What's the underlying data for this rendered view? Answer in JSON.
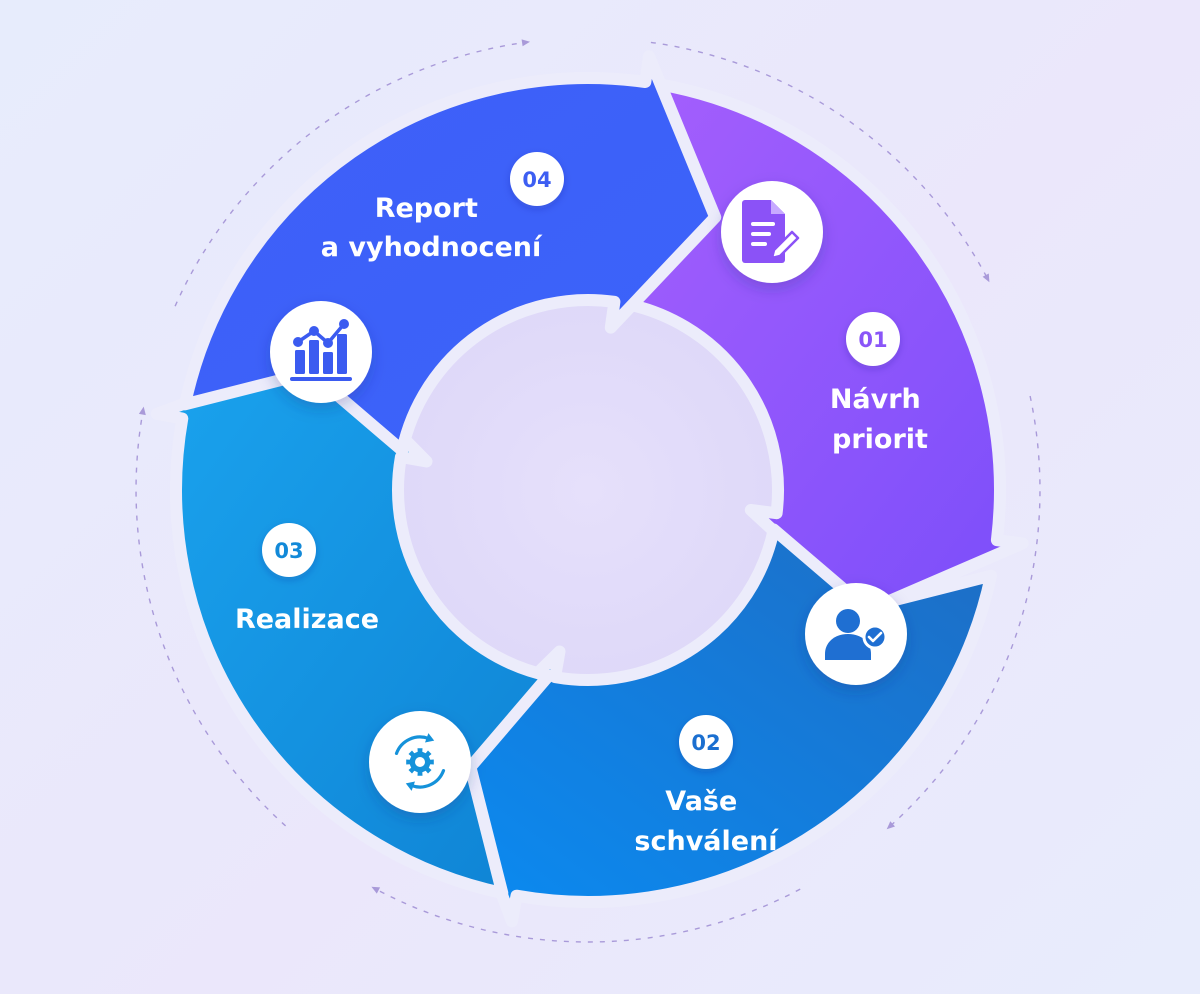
{
  "stages": [
    {
      "number": "01",
      "label_lines": [
        "Návrh",
        "priorit"
      ],
      "icon": "document-edit-icon",
      "color_start": "#a55ffd",
      "color_end": "#7b4efa",
      "number_color": "#8a55f8"
    },
    {
      "number": "02",
      "label_lines": [
        "Vaše",
        "schválení"
      ],
      "icon": "user-check-icon",
      "color_start": "#1e6dc4",
      "color_end": "#0a8bf2",
      "number_color": "#1b6fd0"
    },
    {
      "number": "03",
      "label_lines": [
        "Realizace"
      ],
      "icon": "gear-cycle-icon",
      "color_start": "#1aa3ee",
      "color_end": "#0f83d4",
      "number_color": "#1289d8"
    },
    {
      "number": "04",
      "label_lines": [
        "Report",
        "a vyhodnocení"
      ],
      "icon": "chart-growth-icon",
      "color_start": "#3f5ff8",
      "color_end": "#3a63fa",
      "number_color": "#3d5ef2"
    }
  ],
  "colors": {
    "background": "#e9eafb",
    "center_disc": "#e3ddfa",
    "orbit_dash": "#a99ad9"
  }
}
